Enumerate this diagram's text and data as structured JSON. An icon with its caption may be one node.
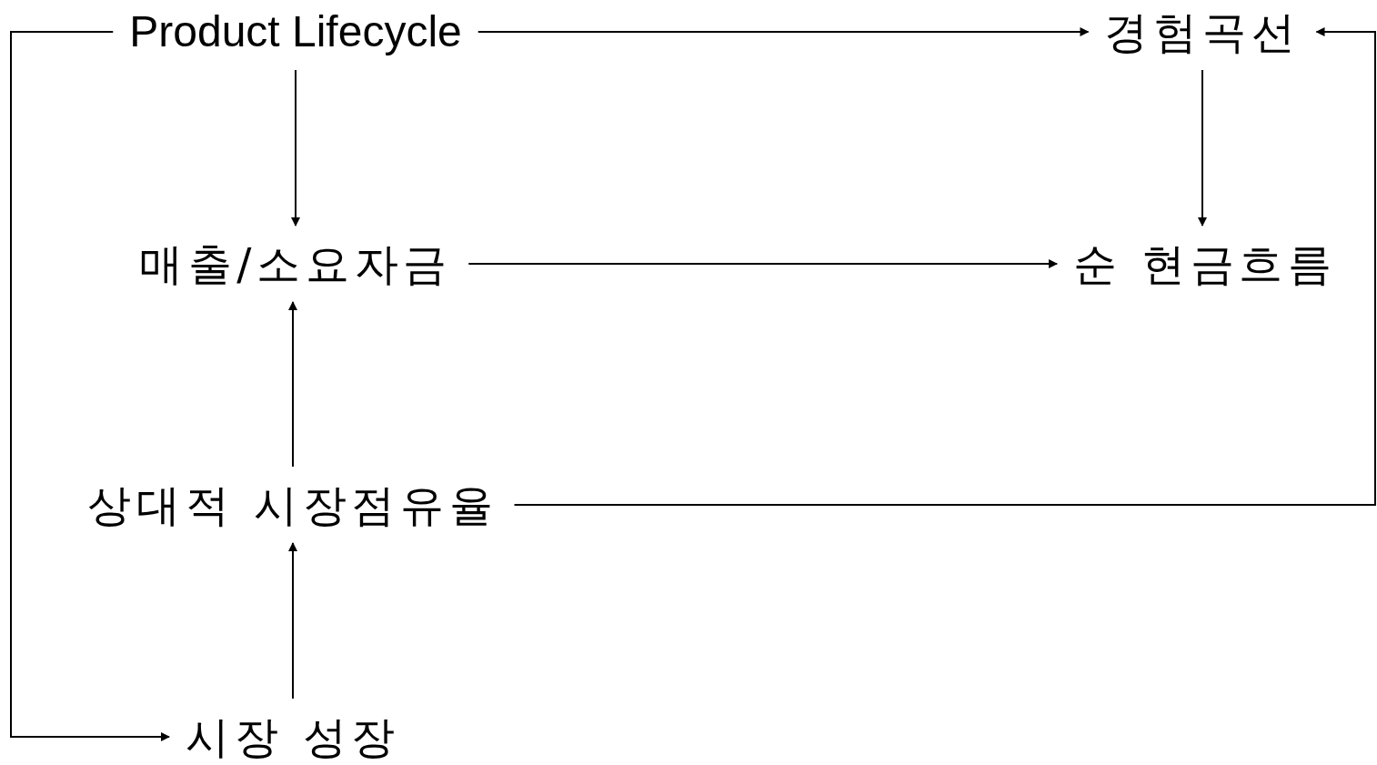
{
  "diagram": {
    "nodes": [
      {
        "text": [
          "Product Lifecycle"
        ]
      },
      {
        "text": [
          "경험곡선"
        ]
      },
      {
        "text": [
          "매출/소요자금"
        ]
      },
      {
        "text": [
          "순 현금흐름"
        ]
      },
      {
        "text": [
          "상대적 시장점유율"
        ]
      },
      {
        "text": [
          "시장 성장"
        ]
      }
    ],
    "edges": [
      {
        "from": 0,
        "to": 1,
        "arrow": "to"
      },
      {
        "from": 0,
        "to": 2,
        "arrow": "to"
      },
      {
        "from": 1,
        "to": 3,
        "arrow": "to"
      },
      {
        "from": 2,
        "to": 3,
        "arrow": "to"
      },
      {
        "from": 4,
        "to": 2,
        "arrow": "to"
      },
      {
        "from": 5,
        "to": 4,
        "arrow": "to"
      },
      {
        "from": 0,
        "to": 5,
        "arrow": "to"
      },
      {
        "from": 4,
        "to": 1,
        "arrow": "to"
      }
    ]
  }
}
